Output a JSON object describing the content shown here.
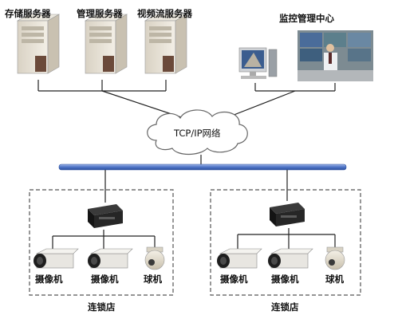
{
  "servers": [
    {
      "label": "存储服务器"
    },
    {
      "label": "管理服务器"
    },
    {
      "label": "视频流服务器"
    }
  ],
  "monitor_center": {
    "label": "监控管理中心"
  },
  "network": {
    "label": "TCP/IP网络"
  },
  "stores": [
    {
      "label": "连锁店",
      "devices": [
        {
          "label": "摄像机"
        },
        {
          "label": "摄像机"
        },
        {
          "label": "球机"
        }
      ]
    },
    {
      "label": "连锁店",
      "devices": [
        {
          "label": "摄像机"
        },
        {
          "label": "摄像机"
        },
        {
          "label": "球机"
        }
      ]
    }
  ],
  "colors": {
    "bus": "#4f74c6",
    "wire": "#222222",
    "dash": "#555555"
  }
}
